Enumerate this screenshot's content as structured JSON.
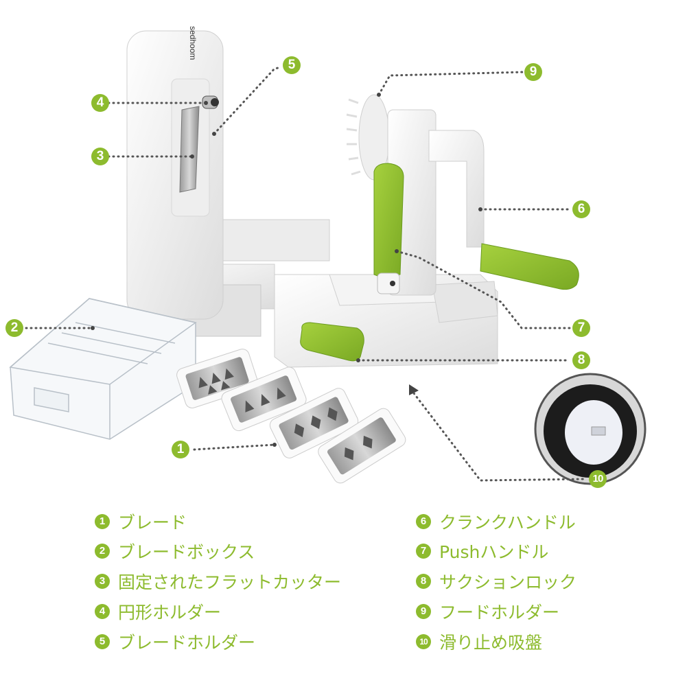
{
  "product": {
    "brand_text": "sedhoom",
    "accent_color": "#8dbb2e",
    "body_color": "#f2f2f2",
    "leader_color": "#555555"
  },
  "callouts": [
    {
      "id": "1",
      "label": "1"
    },
    {
      "id": "2",
      "label": "2"
    },
    {
      "id": "3",
      "label": "3"
    },
    {
      "id": "4",
      "label": "4"
    },
    {
      "id": "5",
      "label": "5"
    },
    {
      "id": "6",
      "label": "6"
    },
    {
      "id": "7",
      "label": "7"
    },
    {
      "id": "8",
      "label": "8"
    },
    {
      "id": "9",
      "label": "9"
    },
    {
      "id": "10",
      "label": "10"
    }
  ],
  "legend": {
    "left": [
      {
        "num": "1",
        "text": "ブレード"
      },
      {
        "num": "2",
        "text": "ブレードボックス"
      },
      {
        "num": "3",
        "text": "固定されたフラットカッター"
      },
      {
        "num": "4",
        "text": "円形ホルダー"
      },
      {
        "num": "5",
        "text": "ブレードホルダー"
      }
    ],
    "right": [
      {
        "num": "6",
        "text": "クランクハンドル"
      },
      {
        "num": "7",
        "text": "Pushハンドル"
      },
      {
        "num": "8",
        "text": "サクションロック"
      },
      {
        "num": "9",
        "text": "フードホルダー"
      },
      {
        "num": "10",
        "text": "滑り止め吸盤"
      }
    ]
  }
}
